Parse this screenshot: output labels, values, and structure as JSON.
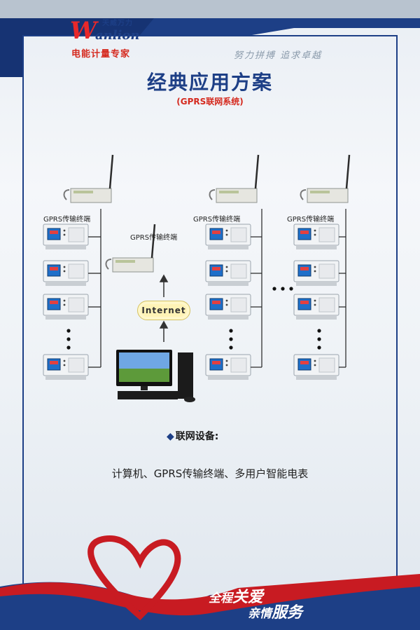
{
  "brand": {
    "logo_letter": "W",
    "logo_rest": "anlion",
    "logo_cn": "天威万力",
    "tagline": "电能计量专家",
    "slogan": "努力拼搏 追求卓越"
  },
  "title": "经典应用方案",
  "subtitle": "(GPRS联网系统)",
  "terminal_label": "GPRS传输终端",
  "internet_label": "Internet",
  "ellipsis": "• • •",
  "section_title": "联网设备:",
  "devices_text": "计算机、GPRS传输终端、多用户智能电表",
  "footer": {
    "line1_a": "全程",
    "line1_b": "关爱",
    "line2_a": "亲情",
    "line2_b": "服务"
  },
  "colors": {
    "brand_blue": "#1d3f86",
    "brand_red": "#d52a1f",
    "meter_display": "#1f6fc9"
  }
}
